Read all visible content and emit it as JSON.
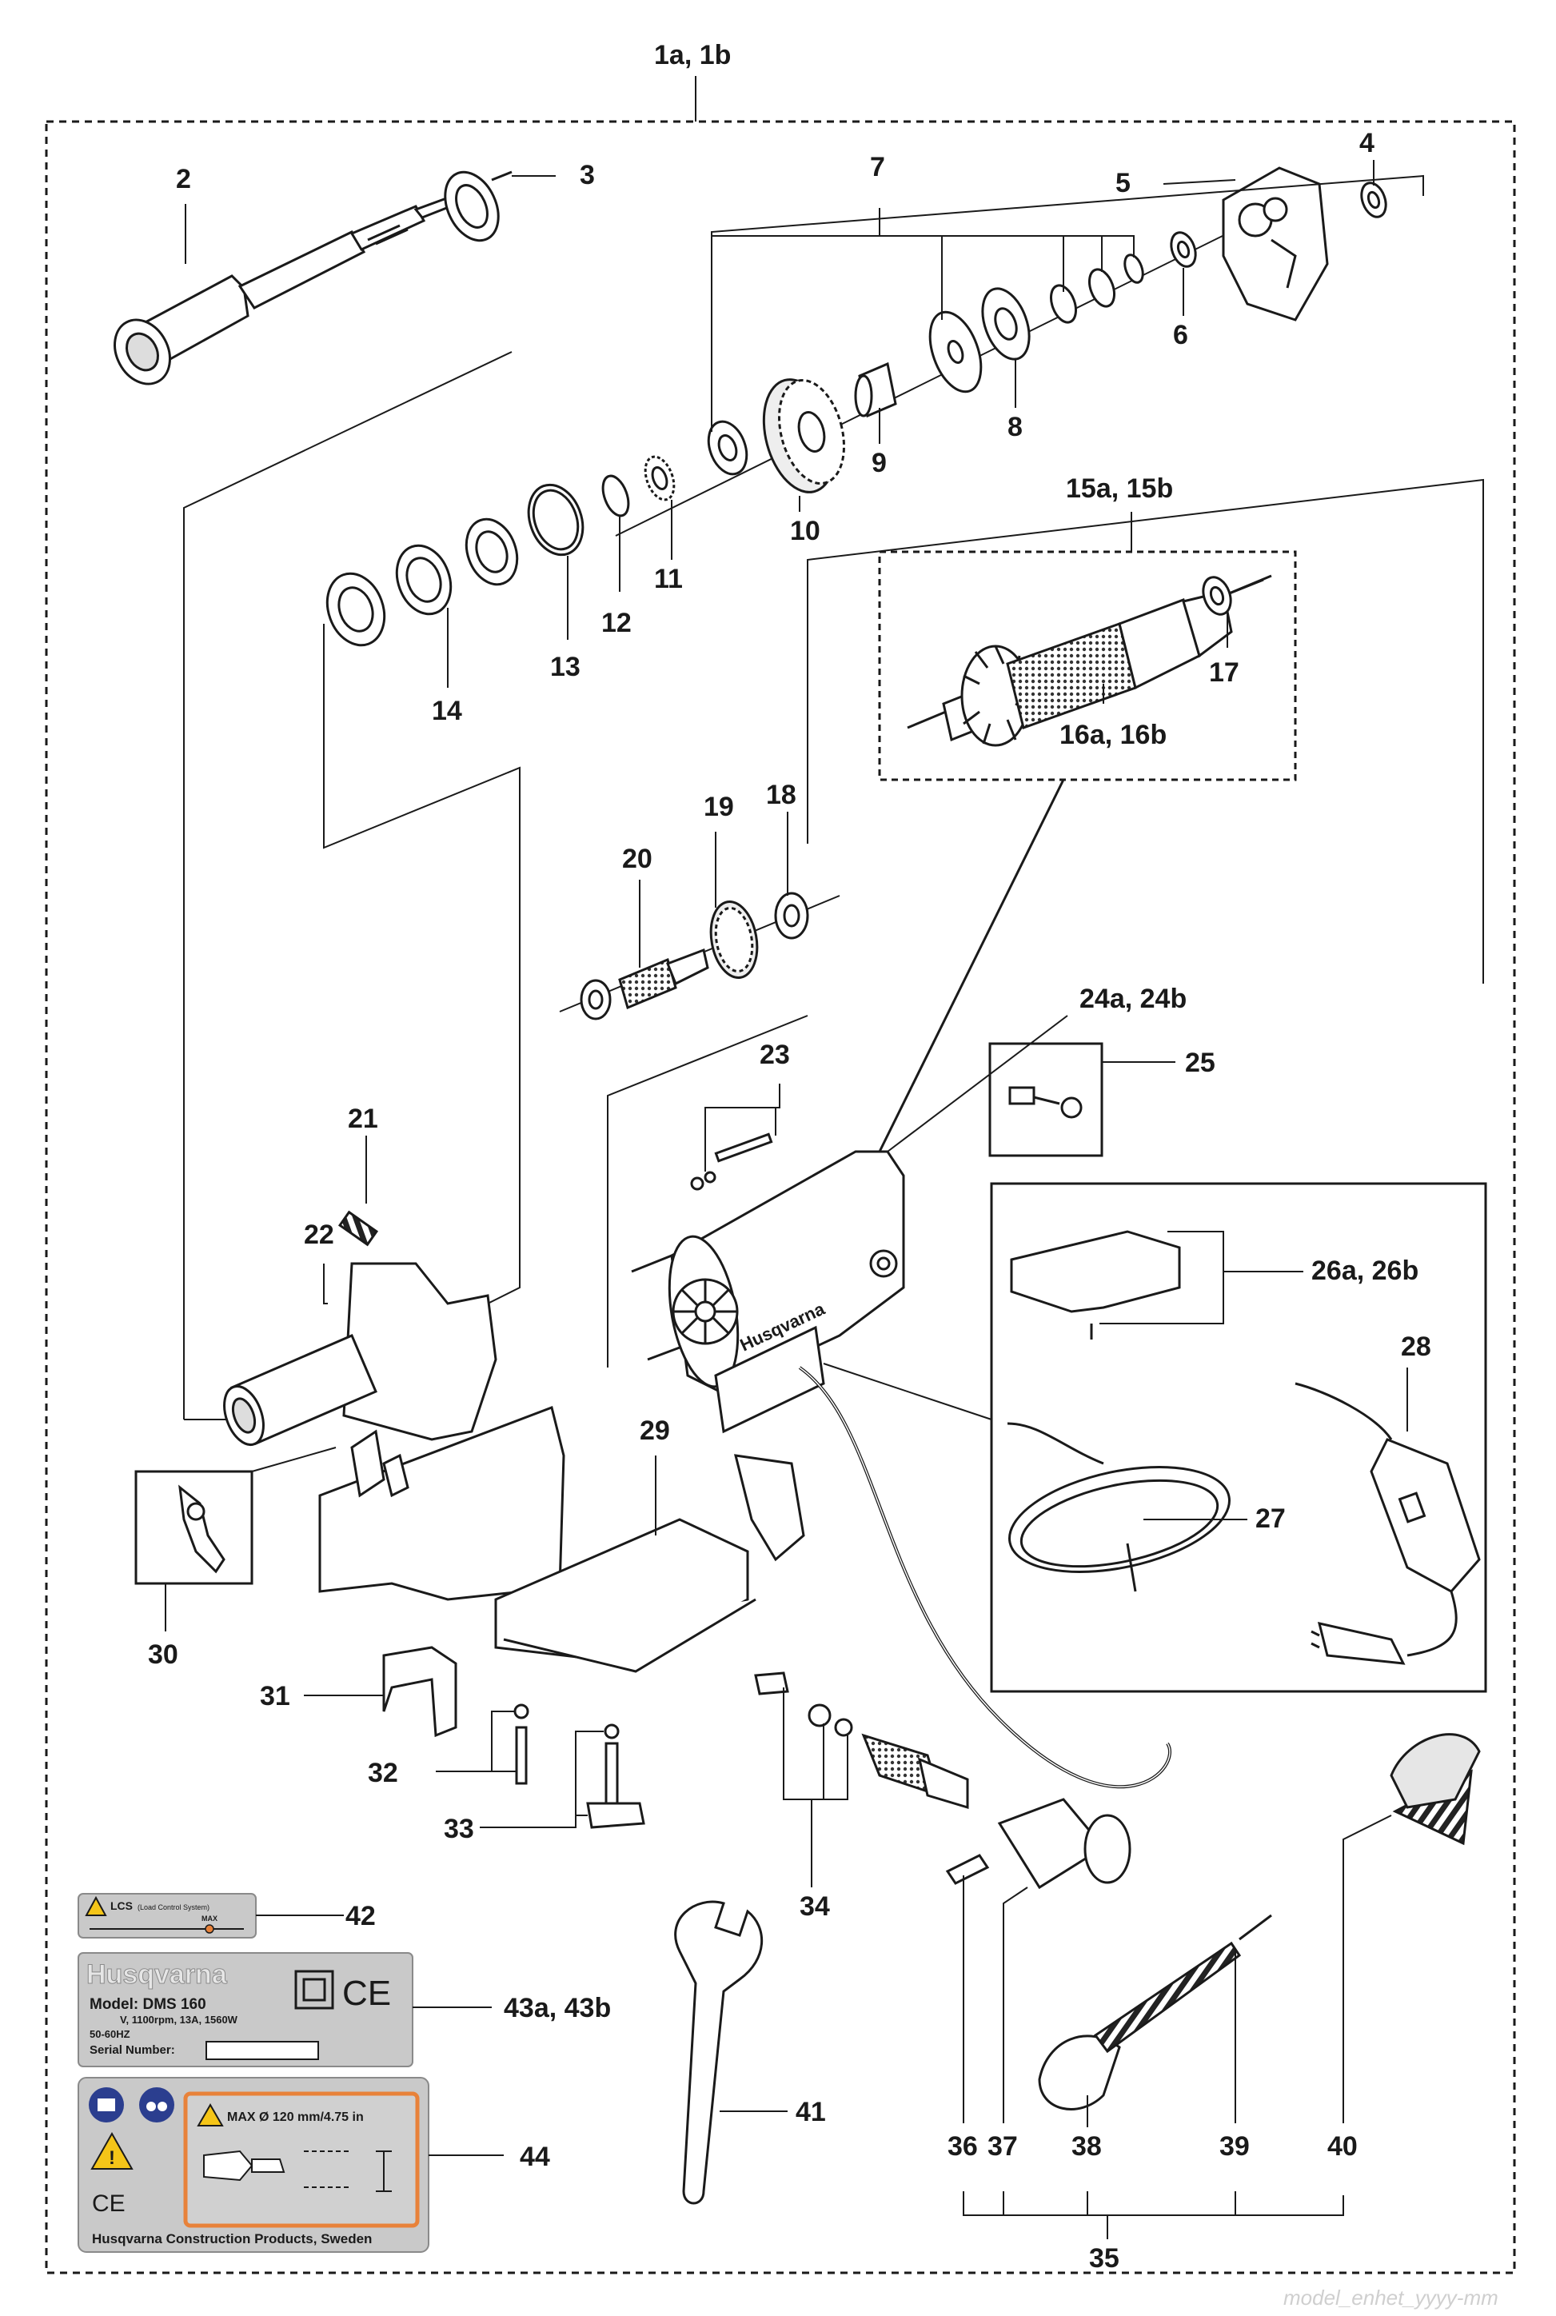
{
  "diagram": {
    "assembly_label": "1a, 1b",
    "callouts": [
      {
        "id": "c2",
        "text": "2"
      },
      {
        "id": "c3",
        "text": "3"
      },
      {
        "id": "c4",
        "text": "4"
      },
      {
        "id": "c5",
        "text": "5"
      },
      {
        "id": "c6",
        "text": "6"
      },
      {
        "id": "c7",
        "text": "7"
      },
      {
        "id": "c8",
        "text": "8"
      },
      {
        "id": "c9",
        "text": "9"
      },
      {
        "id": "c10",
        "text": "10"
      },
      {
        "id": "c11",
        "text": "11"
      },
      {
        "id": "c12",
        "text": "12"
      },
      {
        "id": "c13",
        "text": "13"
      },
      {
        "id": "c14",
        "text": "14"
      },
      {
        "id": "c15",
        "text": "15a, 15b"
      },
      {
        "id": "c16",
        "text": "16a, 16b"
      },
      {
        "id": "c17",
        "text": "17"
      },
      {
        "id": "c18",
        "text": "18"
      },
      {
        "id": "c19",
        "text": "19"
      },
      {
        "id": "c20",
        "text": "20"
      },
      {
        "id": "c21",
        "text": "21"
      },
      {
        "id": "c22",
        "text": "22"
      },
      {
        "id": "c23",
        "text": "23"
      },
      {
        "id": "c24",
        "text": "24a, 24b"
      },
      {
        "id": "c25",
        "text": "25"
      },
      {
        "id": "c26",
        "text": "26a, 26b"
      },
      {
        "id": "c27",
        "text": "27"
      },
      {
        "id": "c28",
        "text": "28"
      },
      {
        "id": "c29",
        "text": "29"
      },
      {
        "id": "c30",
        "text": "30"
      },
      {
        "id": "c31",
        "text": "31"
      },
      {
        "id": "c32",
        "text": "32"
      },
      {
        "id": "c33",
        "text": "33"
      },
      {
        "id": "c34",
        "text": "34"
      },
      {
        "id": "c35",
        "text": "35"
      },
      {
        "id": "c36",
        "text": "36"
      },
      {
        "id": "c37",
        "text": "37"
      },
      {
        "id": "c38",
        "text": "38"
      },
      {
        "id": "c39",
        "text": "39"
      },
      {
        "id": "c40",
        "text": "40"
      },
      {
        "id": "c41",
        "text": "41"
      },
      {
        "id": "c42",
        "text": "42"
      },
      {
        "id": "c43",
        "text": "43a, 43b"
      },
      {
        "id": "c44",
        "text": "44"
      }
    ],
    "label_42": {
      "title": "LCS",
      "subtitle": "(Load Control System)",
      "max": "MAX"
    },
    "label_43": {
      "brand": "Husqvarna",
      "model": "Model: DMS 160",
      "specs": "V, 1100rpm, 13A, 1560W",
      "freq": "50-60HZ",
      "serial": "Serial Number:",
      "ce": "CE"
    },
    "label_44": {
      "max": "MAX  Ø  120 mm/4.75 in",
      "ce": "CE",
      "footer": "Husqvarna Construction Products, Sweden"
    },
    "motor_brand": "Husqvarna",
    "watermark": "model_enhet_yyyy-mm",
    "colors": {
      "line": "#1a1a1a",
      "plate": "#c9c9c9",
      "accent": "#e8823a",
      "warning": "#f5c518",
      "icon_blue": "#2b3e8f"
    }
  }
}
